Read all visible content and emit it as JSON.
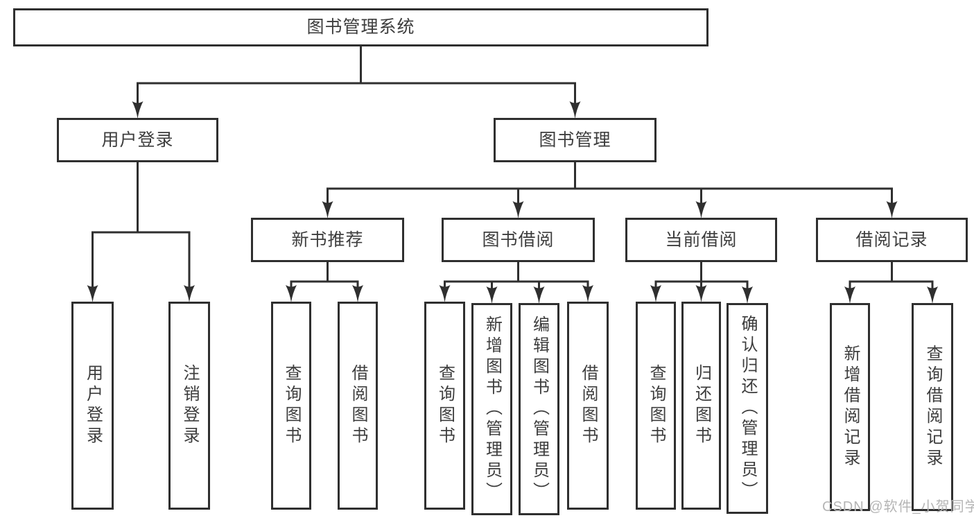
{
  "page": {
    "background": "#ffffff"
  },
  "diagram": {
    "title": "图书管理系统",
    "watermark": "CSDN @软件_小贺同学",
    "colors": {
      "line": "#2f2f2f",
      "node_border": "#2f2f2f",
      "text": "#3d3d3d",
      "watermark": "#b5b5b5"
    },
    "nodes": [
      {
        "id": "root",
        "label": "图书管理系统",
        "level": 1,
        "orientation": "horizontal"
      },
      {
        "id": "user-login",
        "label": "用户登录",
        "level": 2,
        "orientation": "horizontal"
      },
      {
        "id": "book-mgmt",
        "label": "图书管理",
        "level": 2,
        "orientation": "horizontal"
      },
      {
        "id": "new-book-rec",
        "label": "新书推荐",
        "level": 3,
        "orientation": "horizontal"
      },
      {
        "id": "book-borrow",
        "label": "图书借阅",
        "level": 3,
        "orientation": "horizontal"
      },
      {
        "id": "current-borrow",
        "label": "当前借阅",
        "level": 3,
        "orientation": "horizontal"
      },
      {
        "id": "borrow-record",
        "label": "借阅记录",
        "level": 3,
        "orientation": "horizontal"
      },
      {
        "id": "leaf-user-login",
        "label": "用户登录",
        "level": 4,
        "orientation": "vertical"
      },
      {
        "id": "leaf-logout",
        "label": "注销登录",
        "level": 4,
        "orientation": "vertical"
      },
      {
        "id": "leaf-nbr-query",
        "label": "查询图书",
        "level": 4,
        "orientation": "vertical"
      },
      {
        "id": "leaf-nbr-borrow",
        "label": "借阅图书",
        "level": 4,
        "orientation": "vertical"
      },
      {
        "id": "leaf-bb-query",
        "label": "查询图书",
        "level": 4,
        "orientation": "vertical"
      },
      {
        "id": "leaf-bb-add",
        "label": "新增图书（管理员）",
        "level": 4,
        "orientation": "vertical"
      },
      {
        "id": "leaf-bb-edit",
        "label": "编辑图书（管理员）",
        "level": 4,
        "orientation": "vertical"
      },
      {
        "id": "leaf-bb-borrow",
        "label": "借阅图书",
        "level": 4,
        "orientation": "vertical"
      },
      {
        "id": "leaf-cb-query",
        "label": "查询图书",
        "level": 4,
        "orientation": "vertical"
      },
      {
        "id": "leaf-cb-return",
        "label": "归还图书",
        "level": 4,
        "orientation": "vertical"
      },
      {
        "id": "leaf-cb-confirm",
        "label": "确认归还（管理员）",
        "level": 4,
        "orientation": "vertical"
      },
      {
        "id": "leaf-br-add",
        "label": "新增借阅记录",
        "level": 4,
        "orientation": "vertical"
      },
      {
        "id": "leaf-br-query",
        "label": "查询借阅记录",
        "level": 4,
        "orientation": "vertical"
      }
    ],
    "edges": [
      {
        "parent": "root",
        "children": [
          "user-login",
          "book-mgmt"
        ]
      },
      {
        "parent": "book-mgmt",
        "children": [
          "new-book-rec",
          "book-borrow",
          "current-borrow",
          "borrow-record"
        ]
      },
      {
        "parent": "user-login",
        "children": [
          "leaf-user-login",
          "leaf-logout"
        ]
      },
      {
        "parent": "new-book-rec",
        "children": [
          "leaf-nbr-query",
          "leaf-nbr-borrow"
        ]
      },
      {
        "parent": "book-borrow",
        "children": [
          "leaf-bb-query",
          "leaf-bb-add",
          "leaf-bb-edit",
          "leaf-bb-borrow"
        ]
      },
      {
        "parent": "current-borrow",
        "children": [
          "leaf-cb-query",
          "leaf-cb-return",
          "leaf-cb-confirm"
        ]
      },
      {
        "parent": "borrow-record",
        "children": [
          "leaf-br-add",
          "leaf-br-query"
        ]
      }
    ]
  }
}
